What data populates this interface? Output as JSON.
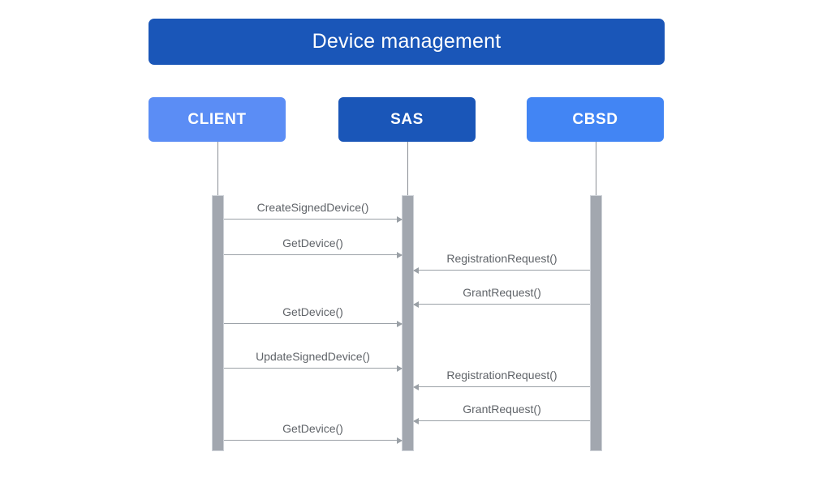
{
  "diagram": {
    "type": "sequence-diagram",
    "title": "Device management",
    "title_color": "#1a56b8",
    "background_color": "#ffffff",
    "actors": [
      {
        "id": "client",
        "label": "CLIENT",
        "color": "#5b8df5"
      },
      {
        "id": "sas",
        "label": "SAS",
        "color": "#1a56b8"
      },
      {
        "id": "cbsd",
        "label": "CBSD",
        "color": "#4285f4"
      }
    ],
    "lifeline_color": "#8b8f96",
    "activation_bar_color": "#a2a7af",
    "message_color": "#9aa0a6",
    "message_label_color": "#5f6368",
    "messages": [
      {
        "label": "CreateSignedDevice()",
        "from": "client",
        "to": "sas",
        "direction": "right"
      },
      {
        "label": "GetDevice()",
        "from": "client",
        "to": "sas",
        "direction": "right"
      },
      {
        "label": "RegistrationRequest()",
        "from": "cbsd",
        "to": "sas",
        "direction": "left"
      },
      {
        "label": "GrantRequest()",
        "from": "cbsd",
        "to": "sas",
        "direction": "left"
      },
      {
        "label": "GetDevice()",
        "from": "client",
        "to": "sas",
        "direction": "right"
      },
      {
        "label": "UpdateSignedDevice()",
        "from": "client",
        "to": "sas",
        "direction": "right"
      },
      {
        "label": "RegistrationRequest()",
        "from": "cbsd",
        "to": "sas",
        "direction": "left"
      },
      {
        "label": "GrantRequest()",
        "from": "cbsd",
        "to": "sas",
        "direction": "left"
      },
      {
        "label": "GetDevice()",
        "from": "client",
        "to": "sas",
        "direction": "right"
      }
    ]
  }
}
